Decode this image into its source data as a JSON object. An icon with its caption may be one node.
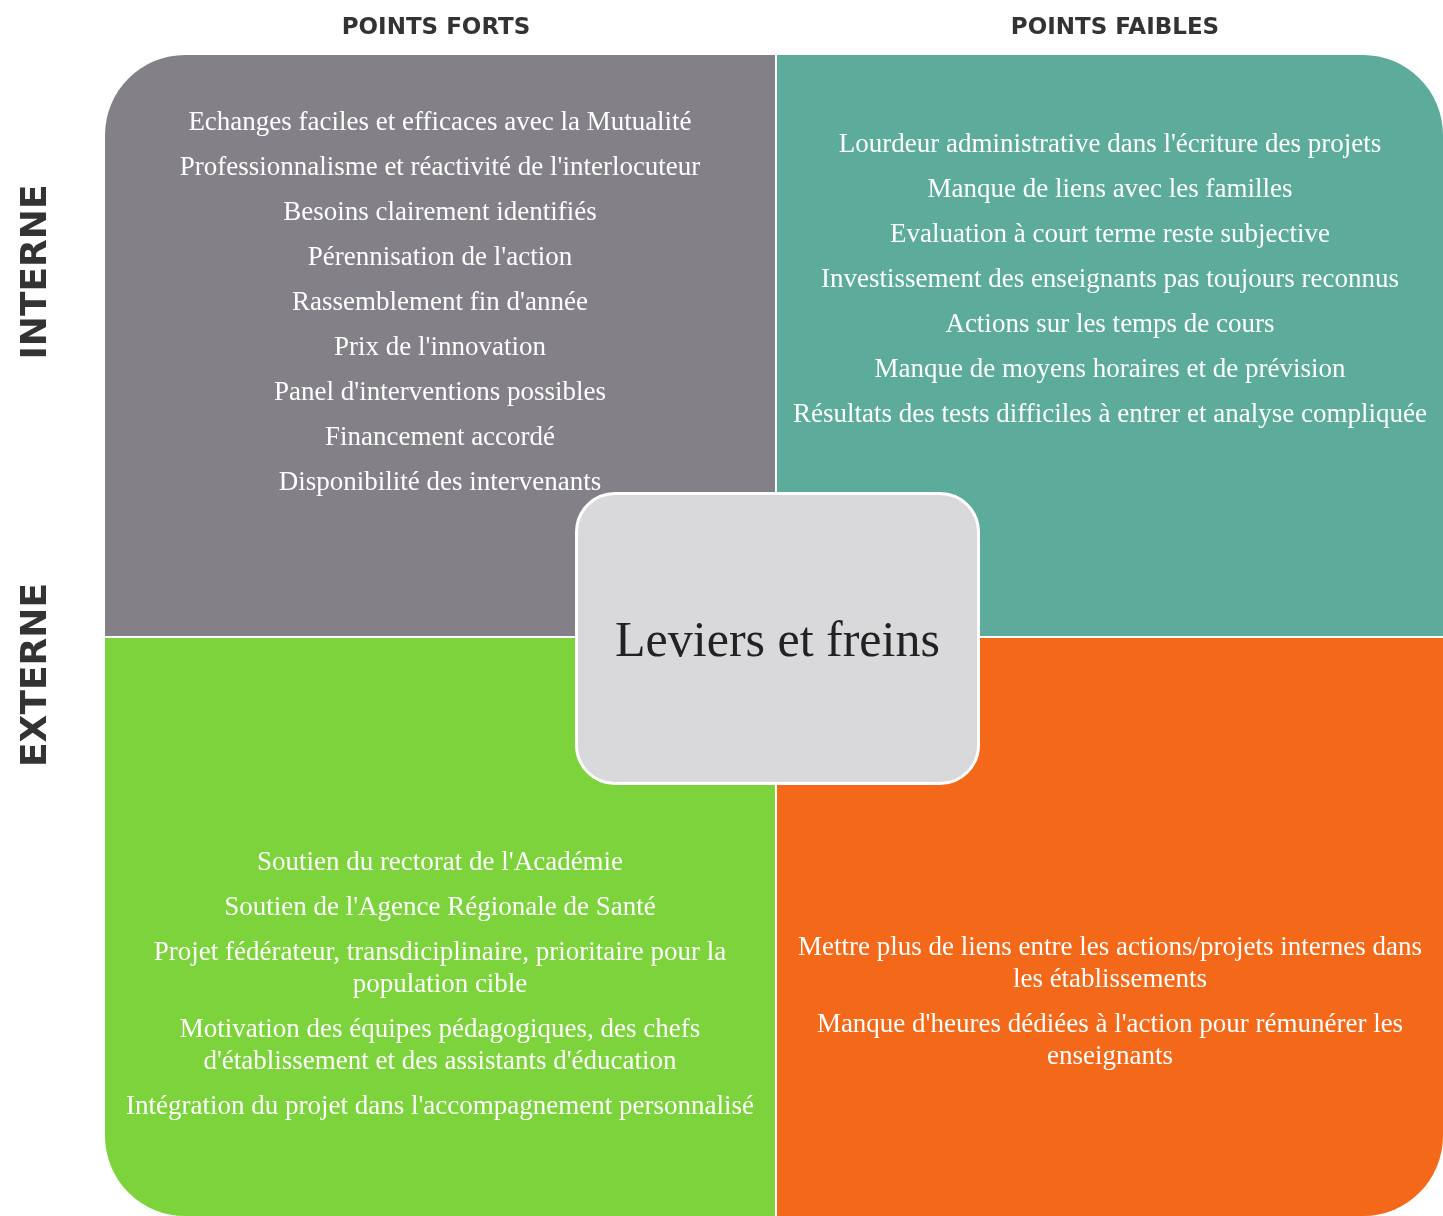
{
  "diagram": {
    "nodes": [
      {
        "text": [
          "Echanges faciles et efficaces avec la Mutualité",
          "Professionnalisme et réactivité de l'interlocuteur",
          "Besoins clairement identifiés",
          "Pérennisation de l'action",
          "Rassemblement fin d'année",
          "Prix de l'innovation",
          "Panel d'interventions possibles",
          "Financement accordé",
          "Disponibilité des intervenants"
        ]
      },
      {
        "text": [
          "Lourdeur administrative dans l'écriture des projets",
          "Manque de liens avec les familles",
          "Evaluation à court terme reste subjective",
          "Investissement des enseignants pas toujours reconnus",
          "Actions sur les temps de cours",
          "Manque de moyens horaires et de prévision",
          "Résultats des tests difficiles à entrer et analyse compliquée"
        ]
      },
      {
        "text": [
          "Soutien du rectorat de l'Académie",
          "Soutien de l'Agence Régionale de Santé",
          "Projet fédérateur, transdiciplinaire, prioritaire pour la population cible",
          "Motivation des équipes pédagogiques, des chefs d'établissement et des assistants d'éducation",
          "Intégration du projet dans l'accompagnement personnalisé"
        ]
      },
      {
        "text": [
          "Mettre plus de liens entre les actions/projets internes dans les établissements",
          "Manque d'heures dédiées à l'action pour rémunérer les enseignants"
        ]
      },
      {
        "text": [
          "Leviers et freins"
        ]
      }
    ],
    "labels": [
      "POINTS FORTS",
      "POINTS FAIBLES",
      "INTERNE",
      "EXTERNE"
    ]
  }
}
